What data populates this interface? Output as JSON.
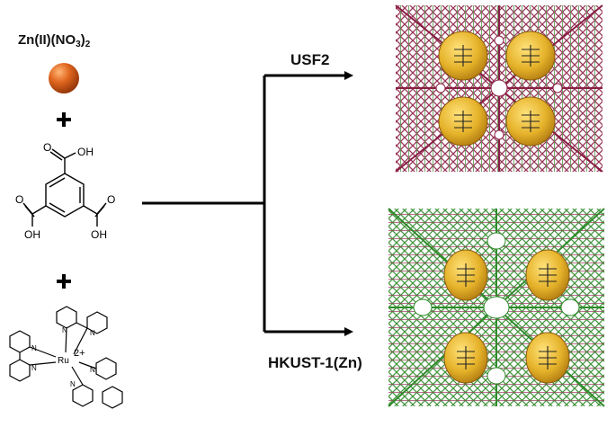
{
  "reactants": {
    "metal_salt": {
      "main": "Zn(II)(NO",
      "sub1": "3",
      "mid": ")",
      "sub2": "2"
    },
    "plus": "+",
    "linker": {
      "oh_top": "OH",
      "oh_left": "OH",
      "oh_right": "OH",
      "o_top": "O",
      "o_left": "O",
      "o_right": "O"
    },
    "template": {
      "metal": "Ru",
      "charge": "2+",
      "nitrogen": "N"
    }
  },
  "products": {
    "top": {
      "label": "USF2"
    },
    "bottom": {
      "label": "HKUST-1(Zn)"
    }
  },
  "colors": {
    "zn_sphere": "#e0661e",
    "usf2_framework": "#8a1e45",
    "hkust_framework": "#2f8a2a",
    "cage": "#e5b22a"
  }
}
